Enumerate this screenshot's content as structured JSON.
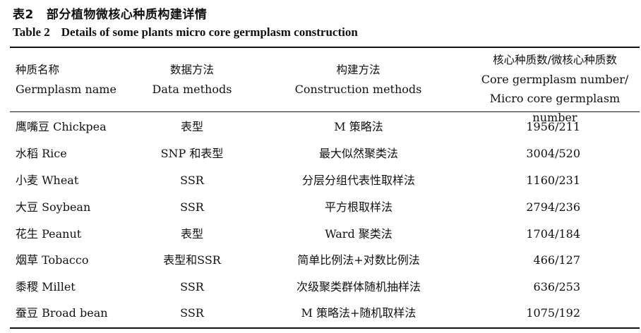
{
  "caption": {
    "cn_label": "表2",
    "cn_title": "部分植物微核心种质构建详情",
    "en_label": "Table 2",
    "en_title": "Details of some plants micro core germplasm construction"
  },
  "headers": {
    "name_cn": "种质名称",
    "name_en": "Germplasm name",
    "data_cn": "数据方法",
    "data_en": "Data methods",
    "cons_cn": "构建方法",
    "cons_en": "Construction methods",
    "num_cn": "核心种质数/微核心种质数",
    "num_en1": "Core germplasm number/",
    "num_en2": "Micro core germplasm number"
  },
  "rows": [
    {
      "name": "鹰嘴豆 Chickpea",
      "data": "表型",
      "method": "M 策略法",
      "number": "1956/211"
    },
    {
      "name": "水稻 Rice",
      "data": "SNP 和表型",
      "method": "最大似然聚类法",
      "number": "3004/520"
    },
    {
      "name": "小麦 Wheat",
      "data": "SSR",
      "method": "分层分组代表性取样法",
      "number": "1160/231"
    },
    {
      "name": "大豆 Soybean",
      "data": "SSR",
      "method": "平方根取样法",
      "number": "2794/236"
    },
    {
      "name": "花生 Peanut",
      "data": "表型",
      "method": "Ward 聚类法",
      "number": "1704/184"
    },
    {
      "name": "烟草 Tobacco",
      "data": "表型和SSR",
      "method": "简单比例法+对数比例法",
      "number": "466/127"
    },
    {
      "name": "黍稷 Millet",
      "data": "SSR",
      "method": "次级聚类群体随机抽样法",
      "number": "636/253"
    },
    {
      "name": "蚕豆 Broad bean",
      "data": "SSR",
      "method": "M 策略法+随机取样法",
      "number": "1075/192"
    }
  ]
}
